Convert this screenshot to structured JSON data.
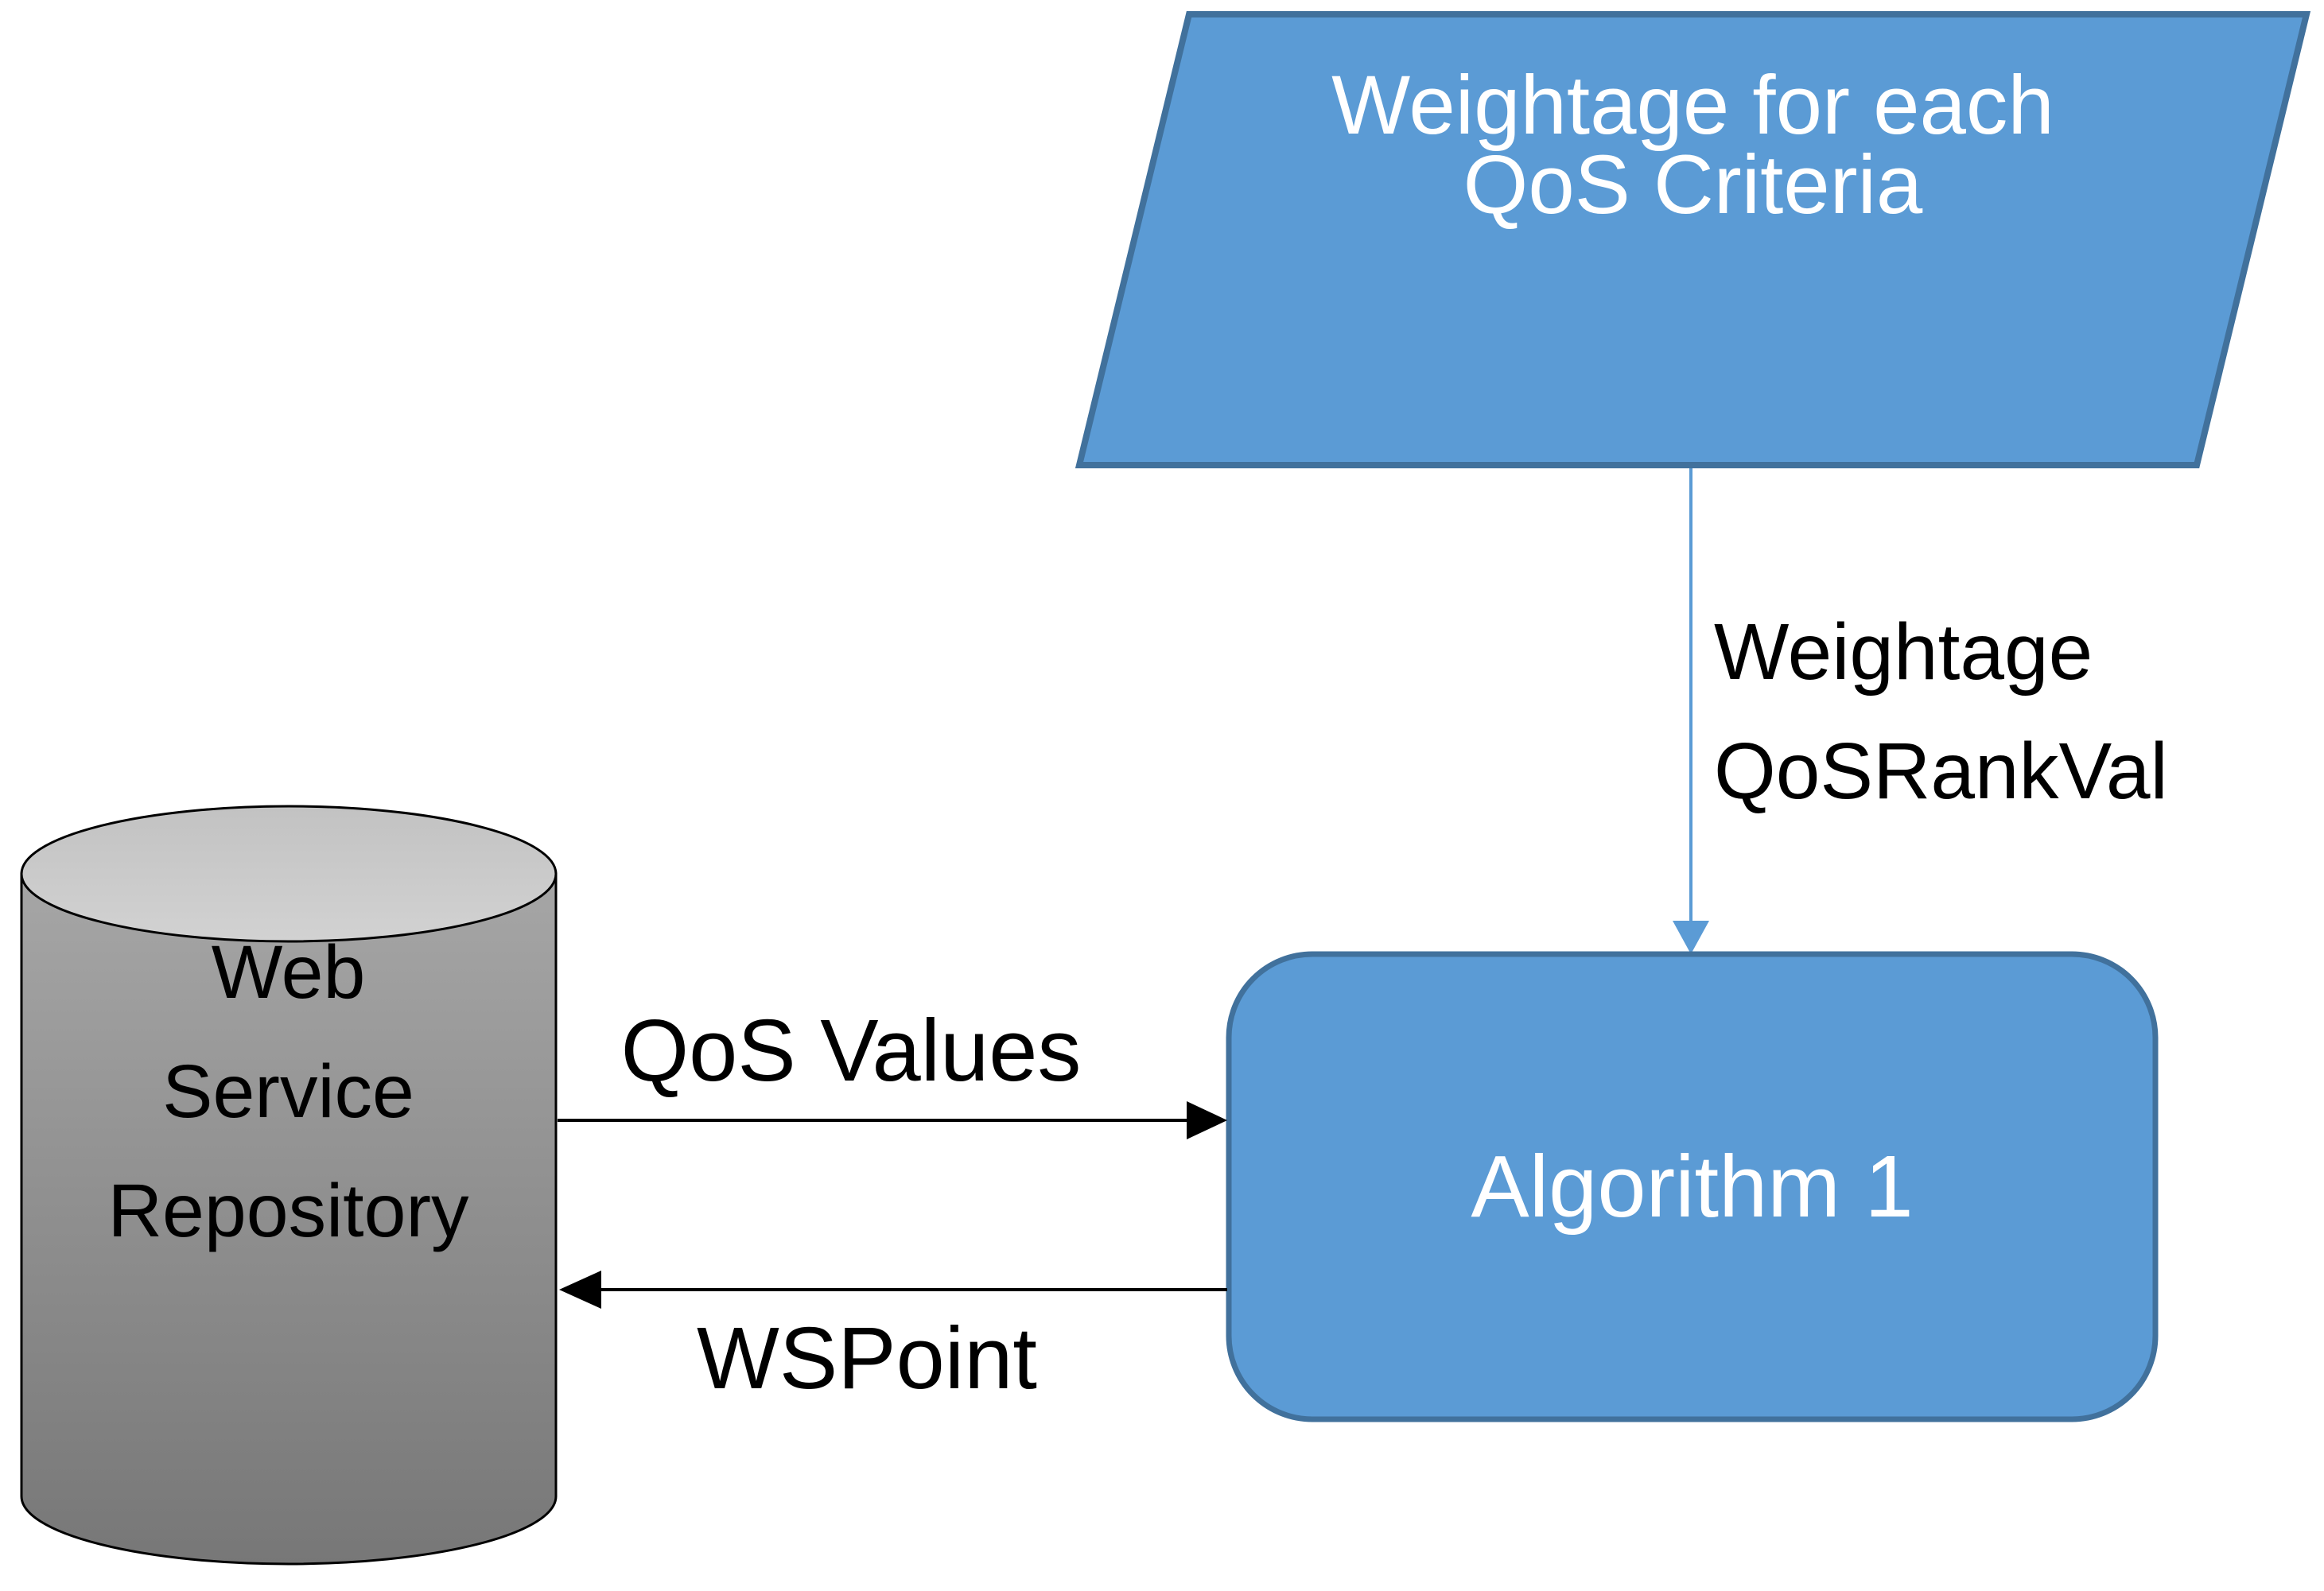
{
  "diagram": {
    "input_shape": {
      "label_line1": "Weightage for each",
      "label_line2": "QoS Criteria"
    },
    "weightage_connector": {
      "label_line1": "Weightage",
      "label_line2": "QoSRankVal"
    },
    "repository": {
      "label_line1": "Web",
      "label_line2": "Service",
      "label_line3": "Repository"
    },
    "algorithm_box": {
      "label": "Algorithm 1"
    },
    "qos_values_arrow": {
      "label": "QoS Values"
    },
    "wspoint_arrow": {
      "label": "WSPoint"
    },
    "colors": {
      "background": "#ffffff",
      "shape_fill": "#5b9bd5",
      "shape_border": "#41719c",
      "connector_blue": "#5b9bd5",
      "arrow_black": "#000000",
      "cylinder_top_fill": "#c9c9c9",
      "cylinder_body_top": "#a6a6a6",
      "cylinder_body_bottom": "#777777",
      "cylinder_outline": "#000000",
      "label_text": "#000000",
      "shape_text": "#ffffff"
    }
  }
}
